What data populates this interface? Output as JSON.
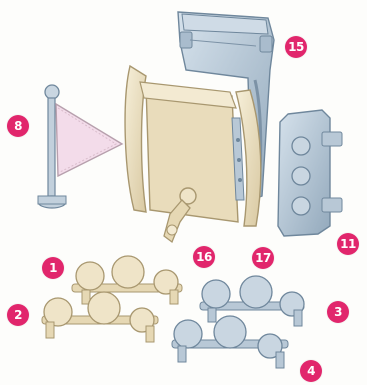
{
  "colors": {
    "badge": "#e1266c",
    "cream": "#ece2c6",
    "cream_dark": "#bfae8a",
    "blue": "#b8c8d6",
    "blue_dark": "#6f879c",
    "flag": "#f3dcea"
  },
  "parts": [
    {
      "number": "1",
      "part": "cream-flower-bar-top"
    },
    {
      "number": "2",
      "part": "cream-flower-bar-bottom"
    },
    {
      "number": "3",
      "part": "blue-flower-bar-top"
    },
    {
      "number": "4",
      "part": "blue-flower-bar-bottom"
    },
    {
      "number": "8",
      "part": "flag-on-pole"
    },
    {
      "number": "11",
      "part": "blue-side-panel"
    },
    {
      "number": "15",
      "part": "blue-hinged-gate"
    },
    {
      "number": "16",
      "part": "winding-crank"
    },
    {
      "number": "17",
      "part": "cream-arch-frame"
    }
  ]
}
